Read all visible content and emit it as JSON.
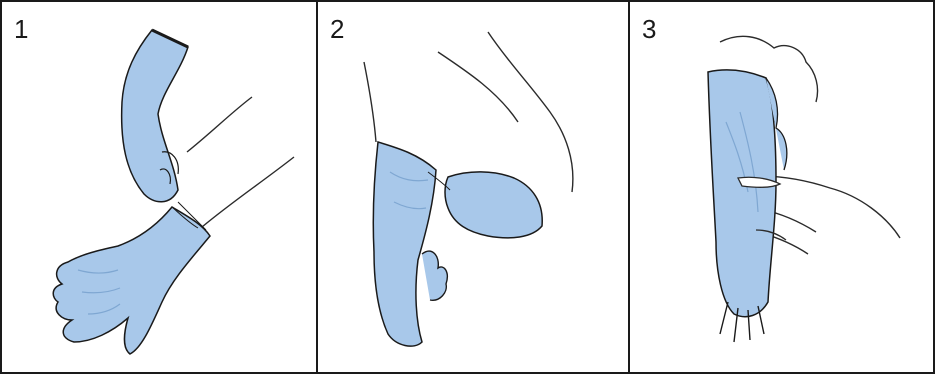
{
  "colors": {
    "glove": "#a8c8ea",
    "glove_shadow": "#7fa7d2",
    "ink": "#1a1a1a",
    "skin_line": "#2b2b2b"
  },
  "panels": [
    {
      "number": "1",
      "icon": "glove-removal-step-1"
    },
    {
      "number": "2",
      "icon": "glove-removal-step-2"
    },
    {
      "number": "3",
      "icon": "glove-removal-step-3"
    }
  ]
}
